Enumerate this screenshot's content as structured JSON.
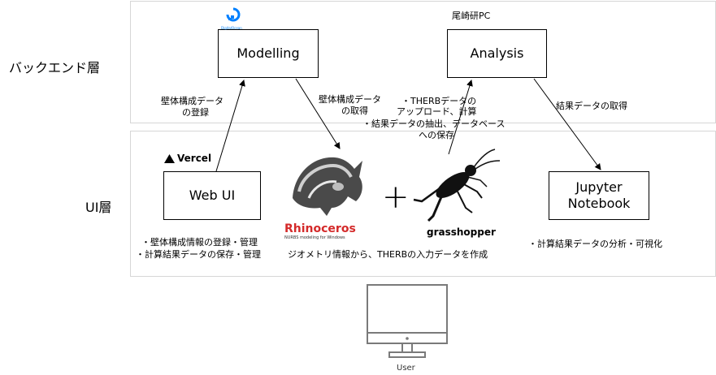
{
  "layers": {
    "backend_label": "バックエンド層",
    "ui_label": "UI層"
  },
  "nodes": {
    "modelling": "Modelling",
    "analysis": "Analysis",
    "webui": "Web UI",
    "jupyter_line1": "Jupyter",
    "jupyter_line2": "Notebook"
  },
  "logos": {
    "digitalocean": "DigitalOcean",
    "vercel": "Vercel",
    "rhino_word": "Rhinoceros",
    "rhino_sub": "NURBS modeling for Windows",
    "grasshopper": "grasshopper",
    "user_icon": "monitor-icon"
  },
  "labels": {
    "pc": "尾崎研PC",
    "wall_register_1": "壁体構成データ",
    "wall_register_2": "の登録",
    "wall_get_1": "壁体構成データ",
    "wall_get_2": "の取得",
    "therb_1": "・THERBデータの",
    "therb_2": "アップロード、計算",
    "therb_3": "・結果データの抽出、データベース",
    "therb_4": "への保存",
    "result_get": "結果データの取得",
    "webui_desc_1": "・壁体構成情報の登録・管理",
    "webui_desc_2": "・計算結果データの保存・管理",
    "rhino_desc": "ジオメトリ情報から、THERBの入力データを作成",
    "jupyter_desc": "・計算結果データの分析・可視化",
    "user": "User"
  },
  "colors": {
    "border": "#d6d6d6",
    "digitalocean": "#0080ff",
    "rhino_red": "#d42a2a"
  }
}
